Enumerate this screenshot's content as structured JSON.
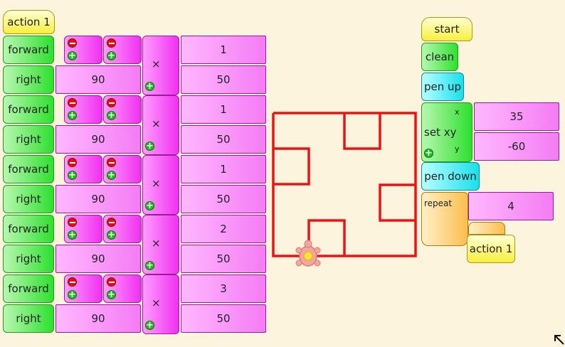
{
  "action_hat_label": "action 1",
  "rows": [
    {
      "cmd": "forward",
      "turn": "right",
      "angle": "90",
      "mult_left": "1",
      "mult_right": "50",
      "times": "×"
    },
    {
      "cmd": "forward",
      "turn": "right",
      "angle": "90",
      "mult_left": "1",
      "mult_right": "50",
      "times": "×"
    },
    {
      "cmd": "forward",
      "turn": "right",
      "angle": "90",
      "mult_left": "1",
      "mult_right": "50",
      "times": "×"
    },
    {
      "cmd": "forward",
      "turn": "right",
      "angle": "90",
      "mult_left": "2",
      "mult_right": "50",
      "times": "×"
    },
    {
      "cmd": "forward",
      "turn": "right",
      "angle": "90",
      "mult_left": "3",
      "mult_right": "50",
      "times": "×"
    }
  ],
  "start": {
    "label": "start",
    "clean": "clean",
    "pen_up": "pen up",
    "set_xy": "set xy",
    "x_label": "x",
    "y_label": "y",
    "x_value": "35",
    "y_value": "-60",
    "pen_down": "pen down",
    "repeat": "repeat",
    "repeat_count": "4",
    "action_call": "action 1"
  },
  "colors": {
    "line": "#ee1111",
    "turtle": "#f6a6a0"
  },
  "icons": [
    "minus-icon",
    "plus-icon",
    "turtle-icon",
    "resize-icon"
  ]
}
